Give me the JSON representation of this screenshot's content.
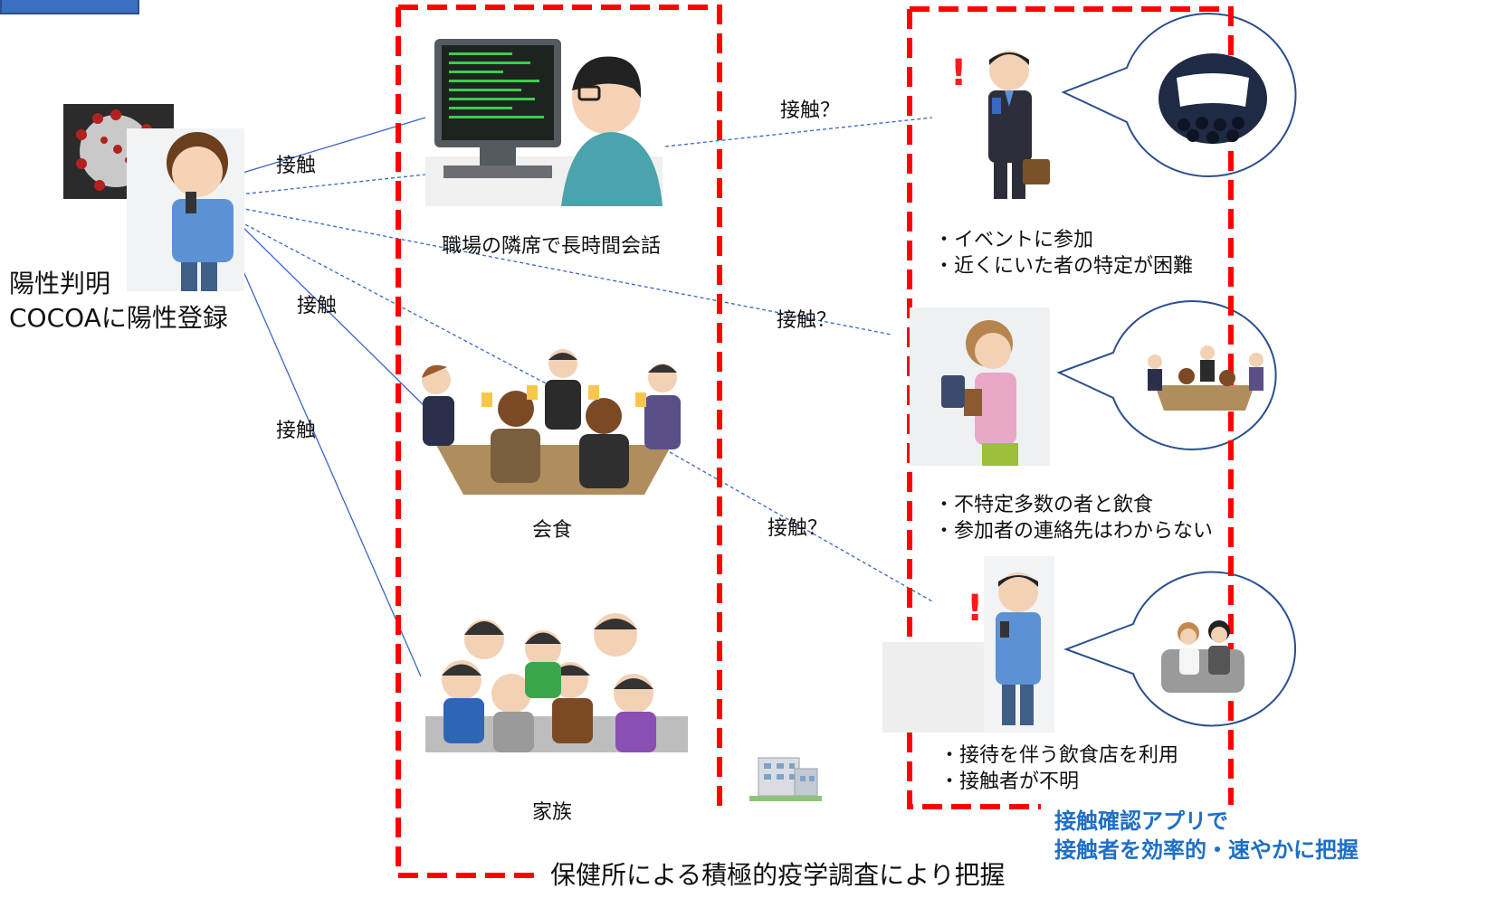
{
  "positive_person": {
    "line1": "陽性判明",
    "line2": "COCOAに陽性登録"
  },
  "contact_labels": {
    "confirmed": "接触",
    "suspected": "接触？"
  },
  "scenes": {
    "workplace": "職場の隣席で長時間会話",
    "dinner": "会食",
    "family": "家族"
  },
  "unknown_contacts": [
    {
      "line1": "・イベントに参加",
      "line2": "・近くにいた者の特定が困難",
      "mark": "!"
    },
    {
      "line1": "・不特定多数の者と飲食",
      "line2": "・参加者の連絡先はわからない",
      "mark": "!"
    },
    {
      "line1": "・接待を伴う飲食店を利用",
      "line2": "・接触者が不明",
      "mark": "!"
    }
  ],
  "captions": {
    "health_center": "保健所による積極的疫学調査により把握",
    "app_line1": "接触確認アプリで",
    "app_line2": "接触者を効率的・速やかに把握"
  },
  "colors": {
    "dashed_box": "#ff0000",
    "app_text": "#1f6fc4",
    "connector": "#3a66c4"
  },
  "icons": [
    "virus-icon",
    "infected-person-icon",
    "office-worker-icon",
    "dinner-party-icon",
    "family-gathering-icon",
    "businessman-phone-icon",
    "woman-phone-icon",
    "man-phone-icon",
    "theater-icon",
    "nightlife-icon",
    "hospital-building-icon"
  ]
}
